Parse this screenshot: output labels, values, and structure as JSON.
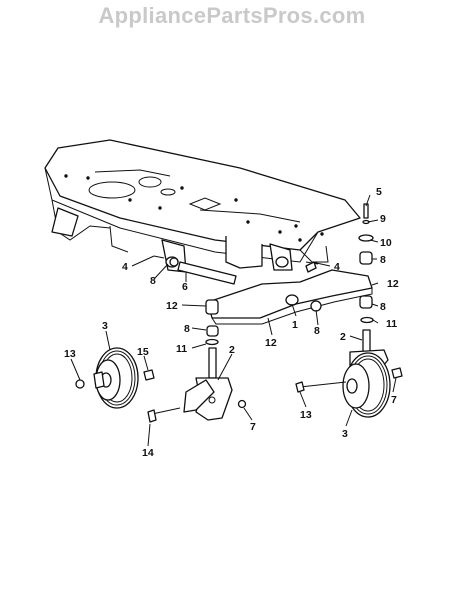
{
  "watermark": "AppliancePartsPros.com",
  "callouts": [
    {
      "id": "c5",
      "label": "5"
    },
    {
      "id": "c9",
      "label": "9"
    },
    {
      "id": "c10",
      "label": "10"
    },
    {
      "id": "c8a",
      "label": "8"
    },
    {
      "id": "c4a",
      "label": "4"
    },
    {
      "id": "c4b",
      "label": "4"
    },
    {
      "id": "c8b",
      "label": "8"
    },
    {
      "id": "c6",
      "label": "6"
    },
    {
      "id": "c12a",
      "label": "12"
    },
    {
      "id": "c12b",
      "label": "12"
    },
    {
      "id": "c8c",
      "label": "8"
    },
    {
      "id": "c11a",
      "label": "11"
    },
    {
      "id": "c8d",
      "label": "8"
    },
    {
      "id": "c1",
      "label": "1"
    },
    {
      "id": "c8e",
      "label": "8"
    },
    {
      "id": "c12c",
      "label": "12"
    },
    {
      "id": "c11b",
      "label": "11"
    },
    {
      "id": "c2a",
      "label": "2"
    },
    {
      "id": "c2b",
      "label": "2"
    },
    {
      "id": "c3a",
      "label": "3"
    },
    {
      "id": "c13a",
      "label": "13"
    },
    {
      "id": "c15",
      "label": "15"
    },
    {
      "id": "c7a",
      "label": "7"
    },
    {
      "id": "c14",
      "label": "14"
    },
    {
      "id": "c13b",
      "label": "13"
    },
    {
      "id": "c3b",
      "label": "3"
    },
    {
      "id": "c7b",
      "label": "7"
    }
  ]
}
